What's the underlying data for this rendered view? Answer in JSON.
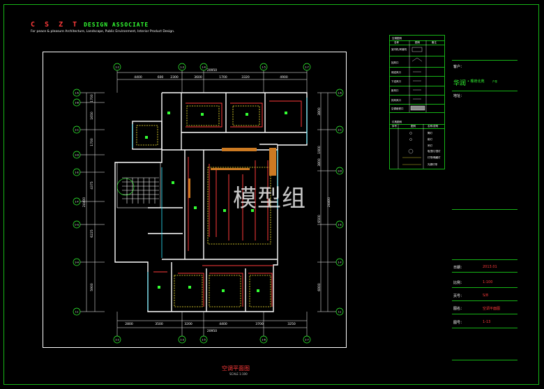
{
  "header": {
    "brand": "C S Z T",
    "brand_sub": "DESIGN ASSOCIATE",
    "tagline": "For peace & pleasure  Architecture, Landscape, Public Environment, Interior  Product  Design."
  },
  "plan": {
    "title": "空调平面图",
    "scale": "SCALE 1:100",
    "watermark": "模型组",
    "top_axes": [
      "1-2",
      "1-3",
      "1-4",
      "1-5",
      "1-7"
    ],
    "bottom_axes": [
      "1-2",
      "1-3",
      "1-5",
      "1-6",
      "1-7"
    ],
    "left_axes": [
      "1-A",
      "1-B",
      "1-C",
      "1-D",
      "1-E",
      "1-F",
      "1-G",
      "1-H",
      "1-J"
    ],
    "right_axes": [
      "1-A",
      "1-C",
      "1-D",
      "1-E",
      "1-F",
      "1-J"
    ],
    "top_dims": [
      "4400",
      "600",
      "2300",
      "3600",
      "1700",
      "3320",
      "4900"
    ],
    "top_total": "20950",
    "bottom_dims": [
      "2800",
      "3500",
      "3200",
      "4400",
      "3700",
      "3250"
    ],
    "bottom_total": "20950",
    "left_dims": [
      "1700",
      "1650",
      "1700",
      "4375",
      "6225",
      "5900"
    ],
    "left_total": "24400",
    "right_dims": [
      "3800",
      "1900",
      "3800",
      "6500",
      "6900"
    ],
    "right_total": "24400"
  },
  "legend": {
    "section1_title": "空调图例",
    "section1_headers": [
      "名称",
      "图例",
      "备注"
    ],
    "section1_rows": [
      "室内机/风管机",
      "回风口",
      "侧送风口",
      "下送风口",
      "新风口",
      "排风风口",
      "空调维修口"
    ],
    "section2_title": "灯具图例",
    "section2_headers": [
      "序号",
      "图例",
      "名称/说明"
    ],
    "section2_rows": [
      "筒灯",
      "射灯",
      "吊灯",
      "吸顶灯/顶灯",
      "灯带/暗藏灯",
      "光源灯带"
    ]
  },
  "titleblock": {
    "client_label": "客户：",
    "client_name": "华润",
    "client_project": "• 橡府北苑",
    "client_unit": "户型",
    "address_label": "地址：",
    "date_label": "日期：",
    "date_value": "2013.01",
    "scale_label": "比例：",
    "scale_value": "1:100",
    "page_label": "页号：",
    "page_value": "S/8",
    "name_label": "图名：",
    "name_value": "空调平面图",
    "num_label": "图号：",
    "num_value": "1-13"
  },
  "colors": {
    "frame": "#16b516",
    "wall": "#ffffff",
    "red_line": "#ff3a3a",
    "yellow_line": "#ffee33",
    "cyan_line": "#2ee6ff",
    "orange_fill": "#cc7a22"
  }
}
